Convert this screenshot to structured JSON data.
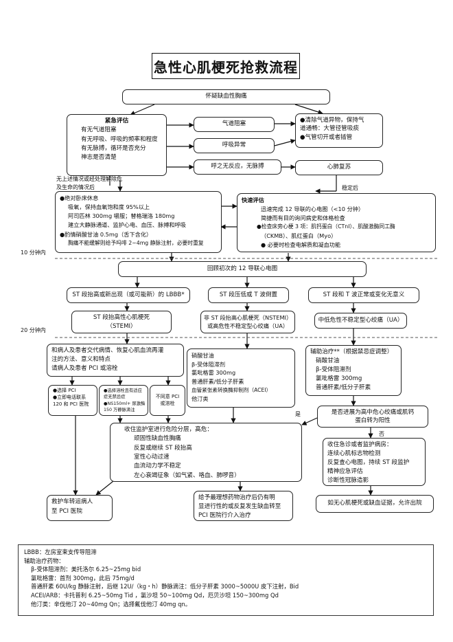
{
  "title": "急性心肌梗死抢救流程",
  "start": "怀疑缺血性胸痛",
  "emergency": {
    "heading": "紧急评估",
    "lines": [
      "有无气道阻塞",
      "有无呼吸、呼吸的频率和程度",
      "有无脉搏，循环是否充分",
      "神志是否清楚"
    ]
  },
  "airway": "气道阻塞",
  "breathing": "呼吸异常",
  "no_pulse": "呼之无反应，无脉搏",
  "airway_action": [
    "●清除气道异物，保持气",
    "道通畅：大管径管吸痰",
    "●气管切开或者插管"
  ],
  "cpr": "心肺复苏",
  "label_resolved": [
    "无上述情况或经处理解除危",
    "及生命的情况后"
  ],
  "label_stable": "稳定后",
  "treatment": {
    "lines": [
      "●绝对卧床休息",
      "吸氧，保持血氧饱和度 95%以上",
      "阿司匹林 300mg 嚼服；替格瑞洛 180mg",
      "建立大静脉通道、监护心电、血压、脉搏和呼吸",
      "●酌情硝酸甘油 0.5mg（舌下含化）",
      "胸痛不能缓解则给予吗啡 2~4mg 静脉注射，必要时重复"
    ]
  },
  "quick": {
    "heading": "快速评估",
    "lines": [
      "迅速完成 12 导联的心电图（<10 分钟）",
      "简捷而有目的询问病史和体格检查",
      "●检查床旁心梗 3 项：肌钙蛋白（CTnI）、肌酸激酶同工酶",
      "（CKMB）、肌红蛋白（Myo）",
      "●  必要时检查电解质和凝血功能"
    ]
  },
  "time_10": "10 分钟内",
  "time_20": "20 分钟内",
  "ecg": "回顾初次的 12 导联心电图",
  "st_up": "ST 段抬高或新出现（或可能新）的 LBBB*",
  "st_down": "ST 段压低或 T 波倒置",
  "st_normal": "ST 段和 T 波正常或变化无意义",
  "stemi": [
    "ST 段抬高性心肌梗死",
    "（STEMI）"
  ],
  "nstemi": [
    "非 ST 段抬高心肌梗死（NSTEMI）",
    "或高危性不稳定型心绞痛（UA）"
  ],
  "ua_low": "中低危性不稳定型心绞痛（UA）",
  "family": [
    "和病人及患者交代病情、恢复心肌血流再灌",
    "注的方法、意义和特点",
    "请病人及患者 PCI 或溶栓"
  ],
  "choose_pci": [
    "●选择 PCI",
    "●立即电话联系",
    "120 和 PCI 医院"
  ],
  "choose_lysis": [
    "●选择溶栓且有适应",
    "症无禁忌症",
    "●NS150ml+ 尿激酶",
    "150 万静脉滴注"
  ],
  "no_consent": [
    "不同意 PCI",
    "或溶栓"
  ],
  "nstemi_tx": [
    "硝酸甘油",
    "β-受体阻滞剂",
    "氯吡格雷 300mg",
    "普通肝素/低分子肝素",
    "血管紧张素转换酶抑制剂（ACEI）",
    "他汀类"
  ],
  "adjuvant": [
    "辅助治疗**（根据禁忌症调整）",
    "硝酸甘油",
    "β-受体阻滞剂",
    "氯吡格雷 300mg",
    "普通肝素/低分子肝素"
  ],
  "high_risk_q": [
    "是否进展为高中危心绞痛或肌钙",
    "蛋白转为阳性"
  ],
  "yes": "是",
  "no": "否",
  "monitor": [
    "收住监护室进行危险分层，高危：",
    "顽固性缺血性胸痛",
    "反复或继续 ST 段抬高",
    "室性心动过速",
    "血流动力学不稳定",
    "左心衰竭征象（如气紧、咯血、肺啰音）"
  ],
  "ambulance": [
    "救护车转运病人",
    "至 PCI 医院"
  ],
  "refer": [
    "给予最理想药物治疗后仍有明",
    "显进行性的或反复发生缺血转至",
    "PCI 医院行介入治疗"
  ],
  "observe": [
    "收住急诊或者监护病房：",
    "连续心肌标志物检测",
    "反复查心电图，持续 ST 段监护",
    "精神应急评估",
    "诊断性冠脉造影"
  ],
  "discharge": "如无心肌梗死或缺血证据，允许出院",
  "legend": [
    "LBBB：左房室束支传导阻滞",
    "辅助治疗药物：",
    "β-受体阻滞剂：美托洛尔 6.25~25mg bid",
    "氯吡格雷：首剂 300mg，此后 75mg/d",
    "普通肝素 60U/kg 静脉注射，后继 12U/（kg・h）静脉滴注：低分子肝素 3000~5000U 皮下注射，Bid",
    "ACEI/ARB：卡托普利 6.25~50mg Tid ，氯沙坦 50~100mg Qd，厄贝沙坦 150~300mg Qd",
    "他汀类：辛伐他汀 20~40mg Qn；选择氟伐他汀 40mg qn。"
  ]
}
